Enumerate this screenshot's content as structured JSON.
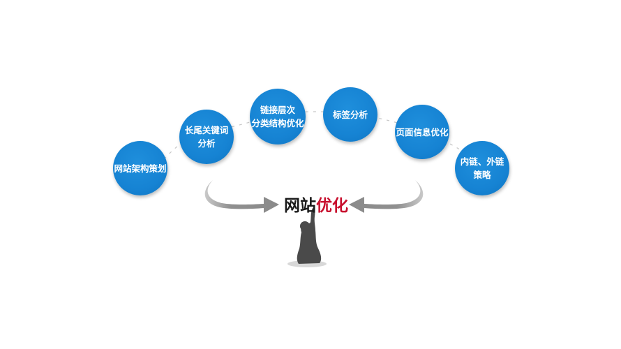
{
  "diagram": {
    "center_title": {
      "part1": "网站",
      "part2": "优化",
      "part1_color": "#1a1a1a",
      "part2_color": "#c8102e"
    },
    "nodes": [
      {
        "id": "n1",
        "lines": [
          "网站架构策划"
        ]
      },
      {
        "id": "n2",
        "lines": [
          "长尾关键词",
          "分析"
        ]
      },
      {
        "id": "n3",
        "lines": [
          "链接层次",
          "分类结构优化"
        ]
      },
      {
        "id": "n4",
        "lines": [
          "标签分析"
        ]
      },
      {
        "id": "n5",
        "lines": [
          "页面信息优化"
        ]
      },
      {
        "id": "n6",
        "lines": [
          "内链、外链",
          "策略"
        ]
      }
    ],
    "node_color": "#1683d3",
    "arrow_color": "#8c8c8c",
    "connector": "dashed-arc"
  }
}
